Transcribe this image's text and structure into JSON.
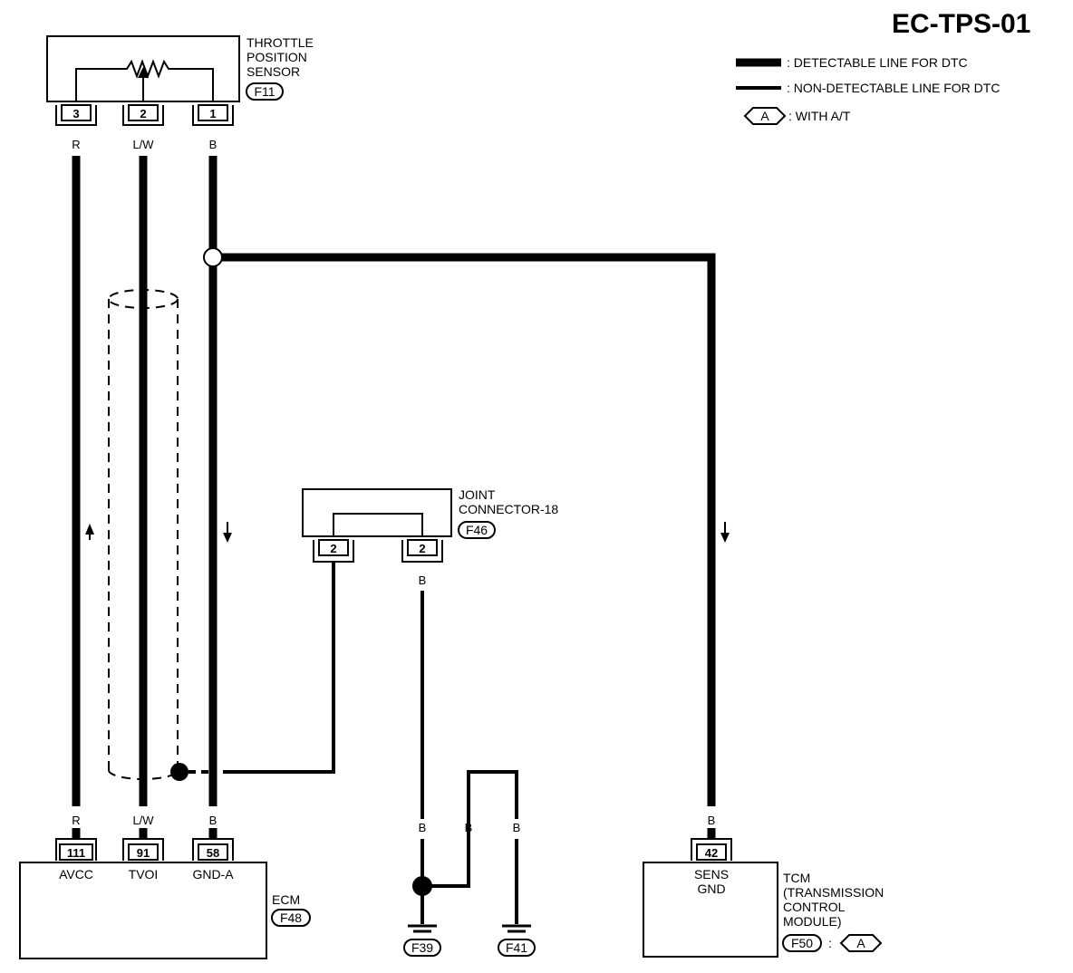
{
  "title": "EC-TPS-01",
  "legend": {
    "detectable": ": DETECTABLE LINE FOR DTC",
    "non_detectable": ": NON-DETECTABLE LINE FOR DTC",
    "option_symbol": "A",
    "option_text": ": WITH A/T"
  },
  "tps": {
    "line1": "THROTTLE",
    "line2": "POSITION",
    "line3": "SENSOR",
    "connector": "F11",
    "pins": [
      "3",
      "2",
      "1"
    ],
    "wire_colors": [
      "R",
      "L/W",
      "B"
    ]
  },
  "joint": {
    "line1": "JOINT",
    "line2": "CONNECTOR-18",
    "connector": "F46",
    "pins": [
      "2",
      "2"
    ],
    "wire_color": "B"
  },
  "ecm": {
    "name": "ECM",
    "connector": "F48",
    "pins": [
      "111",
      "91",
      "58"
    ],
    "terminals": [
      "AVCC",
      "TVOI",
      "GND-A"
    ],
    "wire_colors": [
      "R",
      "L/W",
      "B"
    ]
  },
  "ground": {
    "wire_colors": [
      "B",
      "B",
      "B"
    ],
    "connectors": [
      "F39",
      "F41"
    ]
  },
  "tcm": {
    "line1": "TCM",
    "line2": "(TRANSMISSION",
    "line3": "CONTROL",
    "line4": "MODULE)",
    "connector": "F50",
    "colon": ":",
    "option_symbol": "A",
    "pin": "42",
    "terminal_line1": "SENS",
    "terminal_line2": "GND",
    "wire_color": "B"
  }
}
